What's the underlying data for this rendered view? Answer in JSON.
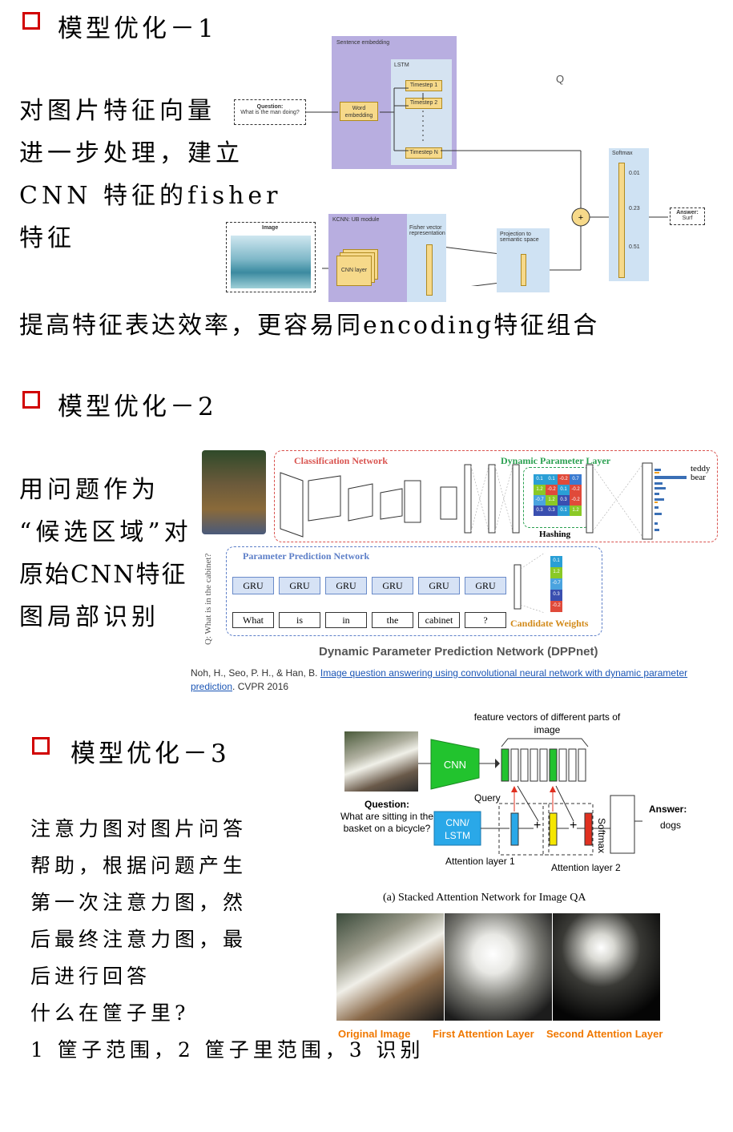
{
  "sections": [
    {
      "title": "模型优化－1",
      "body_lines": [
        "对图片特征向量",
        "进一步处理，建立",
        "CNN 特征的fisher",
        "特征"
      ],
      "summary": "提高特征表达效率，更容易同encoding特征组合"
    },
    {
      "title": "模型优化－2",
      "body_lines": [
        "用问题作为",
        "“候选区域”对",
        "原始CNN特征",
        "图局部识别"
      ]
    },
    {
      "title": "模型优化－3",
      "body_lines": [
        "注意力图对图片问答",
        "帮助，根据问题产生",
        "第一次注意力图，然",
        "后最终注意力图，最",
        "后进行回答",
        "什么在筐子里?",
        "1 筐子范围，2 筐子里范围，3 识别"
      ]
    }
  ],
  "fig1": {
    "sentence_embedding": "Sentence embedding",
    "lstm": "LSTM",
    "timesteps": [
      "Timestep 1",
      "Timestep 2",
      "Timestep N"
    ],
    "word_embedding": "Word embedding",
    "q_marker": "Q",
    "question": "Question:",
    "question_text": "What is the man doing?",
    "image_label": "Image",
    "kcnn": "KCNN: UB module",
    "cnn_layer": "CNN layer",
    "fisher": "Fisher vector representation",
    "projection": "Projection to semantic space",
    "softmax": "Softmax",
    "softmax_values": [
      "0.01",
      "0.23",
      "0.51"
    ],
    "plus": "+",
    "answer": "Answer:",
    "answer_value": "Surf"
  },
  "fig2": {
    "classification_network": "Classification Network",
    "dynamic_parameter_layer": "Dynamic Parameter Layer",
    "hashing": "Hashing",
    "output_label": "teddy bear",
    "parameter_prediction_network": "Parameter Prediction Network",
    "candidate_weights": "Candidate Weights",
    "gru": "GRU",
    "words": [
      "What",
      "is",
      "in",
      "the",
      "cabinet",
      "?"
    ],
    "side_question": "Q: What is in the cabinet?",
    "grid_values": [
      "0.1",
      "0.1",
      "-0.2",
      "0.7",
      "1.2",
      "-0.2",
      "0.1",
      "-0.2",
      "-0.7",
      "1.2",
      "0.3",
      "-0.2",
      "0.3",
      "0.3",
      "0.1",
      "1.2"
    ],
    "weights": [
      "0.1",
      "1.2",
      "-0.7",
      "0.3",
      "-0.2"
    ],
    "caption": "Dynamic Parameter Prediction Network (DPPnet)",
    "citation_authors": "Noh, H., Seo, P. H., & Han, B. ",
    "citation_link": "Image question answering using convolutional neural network with dynamic parameter prediction",
    "citation_venue": ". CVPR 2016"
  },
  "fig3": {
    "feature_vectors": "feature vectors of different parts of image",
    "cnn": "CNN",
    "query": "Query",
    "question_label": "Question:",
    "question_text": "What are sitting in the basket on a bicycle?",
    "cnn_lstm": "CNN/ LSTM",
    "softmax": "Softmax",
    "answer_label": "Answer:",
    "answer_value": "dogs",
    "attention1": "Attention layer 1",
    "attention2": "Attention layer 2",
    "plus": "+",
    "caption": "(a) Stacked Attention Network for Image QA",
    "img_captions": [
      "Original Image",
      "First Attention Layer",
      "Second Attention Layer"
    ]
  },
  "colors": {
    "red_square": "#d10000",
    "purple": "#b8aee0",
    "light_blue": "#cfe2f3",
    "cnn_green": "#22c32e",
    "orange": "#f07800"
  }
}
